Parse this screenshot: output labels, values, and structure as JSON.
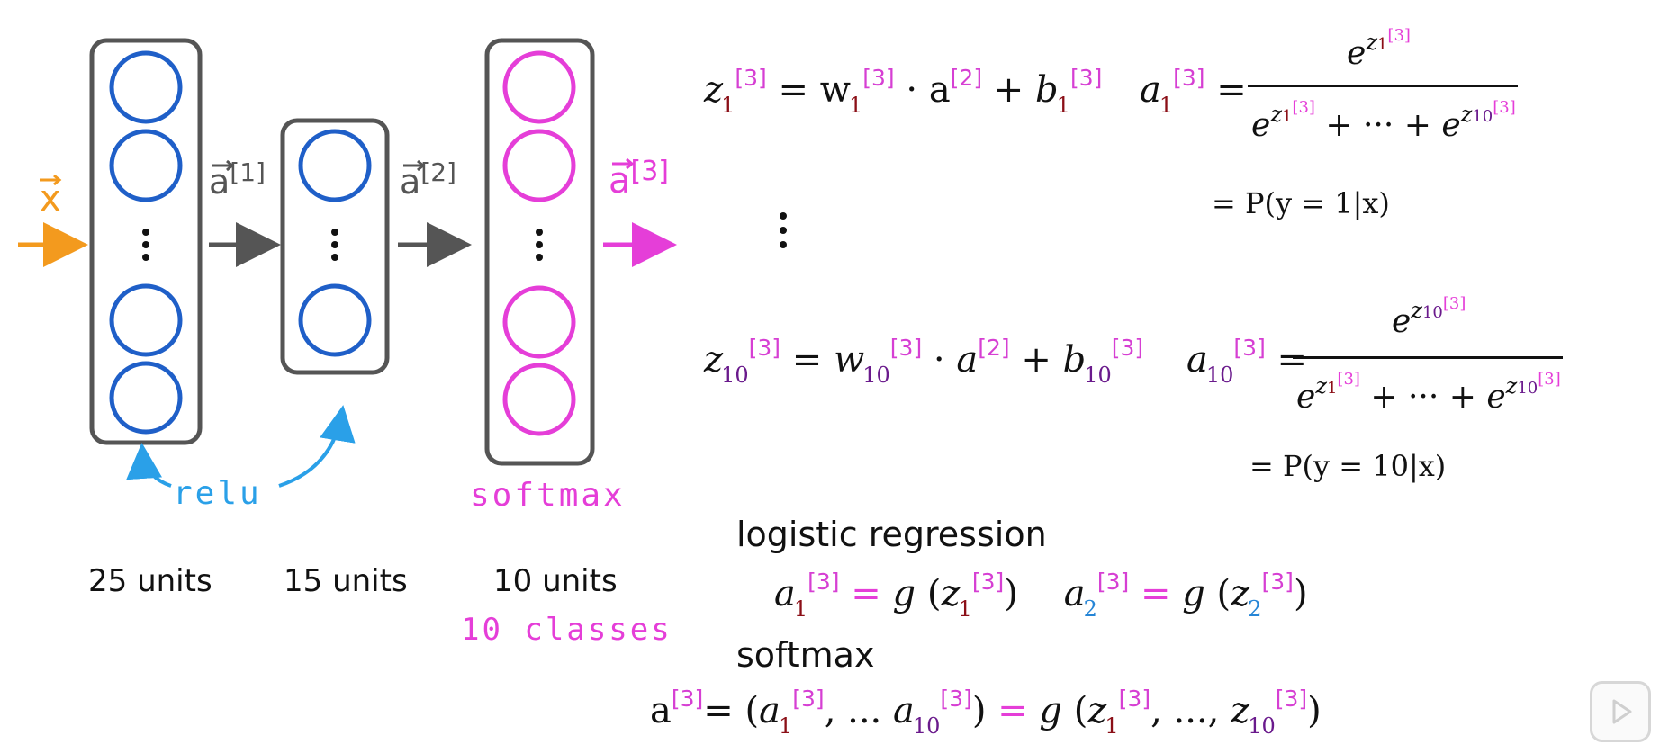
{
  "diagram": {
    "input_label": "x",
    "arrow_labels": [
      "a[1]",
      "a[2]",
      "a[3]"
    ],
    "annotations": {
      "relu": "relu",
      "softmax": "softmax",
      "classes": "10 classes"
    },
    "units": [
      "25 units",
      "15 units",
      "10 units"
    ],
    "colors": {
      "layer1": "#1f5fc8",
      "layer3": "#e53ed8",
      "input": "#f39a1e",
      "relu": "#2aa0e8",
      "box": "#555555"
    }
  },
  "equations": {
    "z1": "z1[3] = w1[3] · a[2] + b1[3]",
    "a1": "a1[3] = e^z1[3] / (e^z1[3] + ··· + e^z10[3])",
    "p1": "= P(y = 1|x)",
    "z10": "z10[3] = w10[3] · a[2] + b10[3]",
    "a10": "a10[3] = e^z10[3] / (e^z1[3] + ··· + e^z10[3])",
    "p10": "= P(y = 10|x)"
  },
  "logistic": {
    "heading": "logistic regression",
    "eq": "a1[3] = g(z1[3])   a2[3] = g(z2[3])"
  },
  "softmax_section": {
    "heading": "softmax",
    "eq": "a[3] = (a1[3], ... a10[3]) = g(z1[3], ..., z10[3])"
  }
}
